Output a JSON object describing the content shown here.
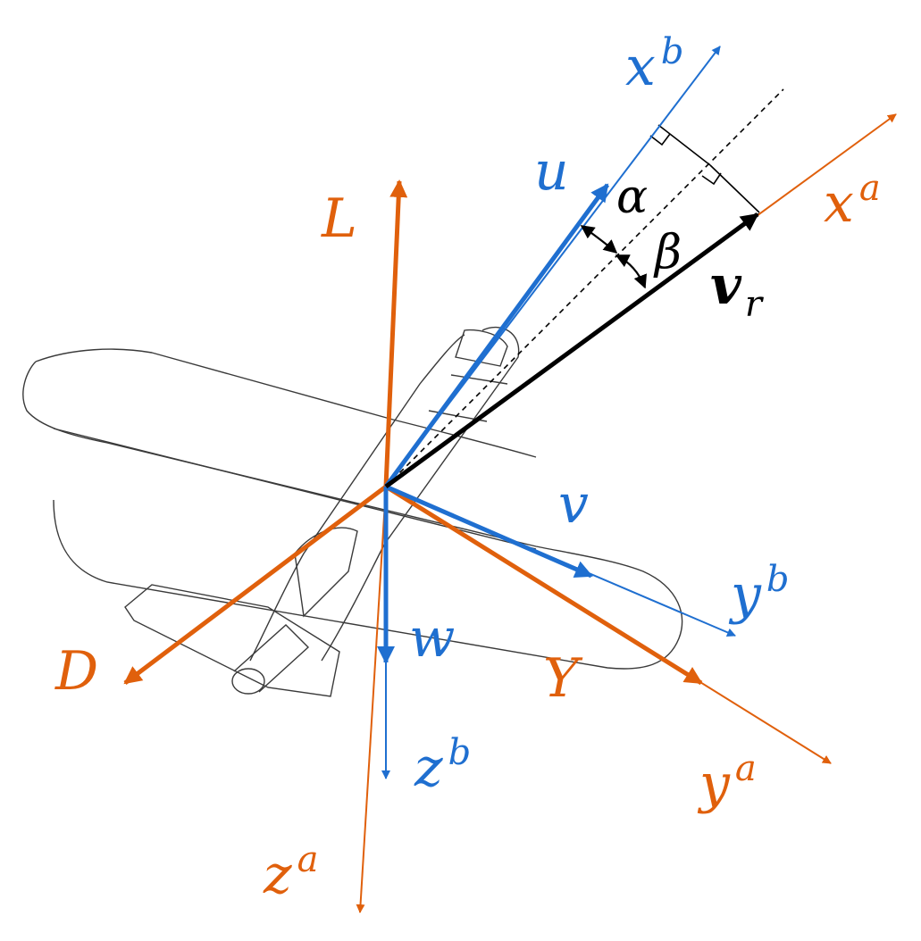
{
  "colors": {
    "blue": "#1f6fd0",
    "orange": "#e0600c",
    "black": "#000000",
    "outline": "#3a3a3a"
  },
  "labels": {
    "x_body": {
      "base": "x",
      "sup": "b"
    },
    "y_body": {
      "base": "y",
      "sup": "b"
    },
    "z_body": {
      "base": "z",
      "sup": "b"
    },
    "x_air": {
      "base": "x",
      "sup": "a"
    },
    "y_air": {
      "base": "y",
      "sup": "a"
    },
    "z_air": {
      "base": "z",
      "sup": "a"
    },
    "u": "u",
    "v": "v",
    "w": "w",
    "lift": "L",
    "drag": "D",
    "side_force": "Y",
    "alpha": "α",
    "beta": "β",
    "relative_velocity": {
      "base": "v",
      "sub": "r"
    }
  }
}
